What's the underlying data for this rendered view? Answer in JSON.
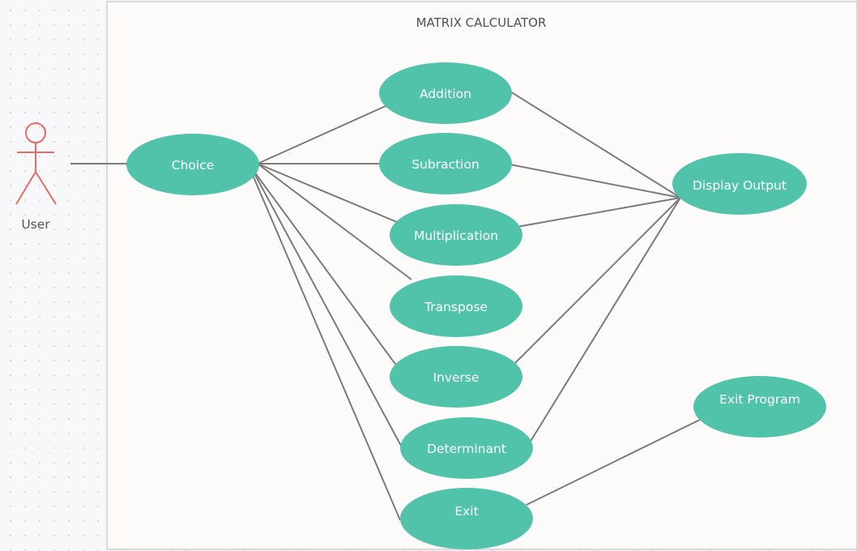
{
  "diagram": {
    "type": "use-case",
    "system": {
      "title": "MATRIX CALCULATOR"
    },
    "actor": {
      "label": "User"
    },
    "use_cases": {
      "choice": "Choice",
      "addition": "Addition",
      "subraction": "Subraction",
      "multiplication": "Multiplication",
      "transpose": "Transpose",
      "inverse": "Inverse",
      "determinant": "Determinant",
      "exit": "Exit",
      "display_output": "Display Output",
      "exit_program": "Exit Program"
    },
    "associations": [
      [
        "User",
        "Choice"
      ],
      [
        "Choice",
        "Addition"
      ],
      [
        "Choice",
        "Subraction"
      ],
      [
        "Choice",
        "Multiplication"
      ],
      [
        "Choice",
        "Transpose"
      ],
      [
        "Choice",
        "Inverse"
      ],
      [
        "Choice",
        "Determinant"
      ],
      [
        "Choice",
        "Exit"
      ],
      [
        "Addition",
        "Display Output"
      ],
      [
        "Subraction",
        "Display Output"
      ],
      [
        "Multiplication",
        "Display Output"
      ],
      [
        "Inverse",
        "Display Output"
      ],
      [
        "Determinant",
        "Display Output"
      ],
      [
        "Exit",
        "Exit Program"
      ]
    ],
    "colors": {
      "use_case_fill": "#52c3ab",
      "use_case_text": "#ffffff",
      "actor_stroke": "#e66b63",
      "connector": "#7c7b7b",
      "system_background": "#fcfbf9"
    }
  }
}
